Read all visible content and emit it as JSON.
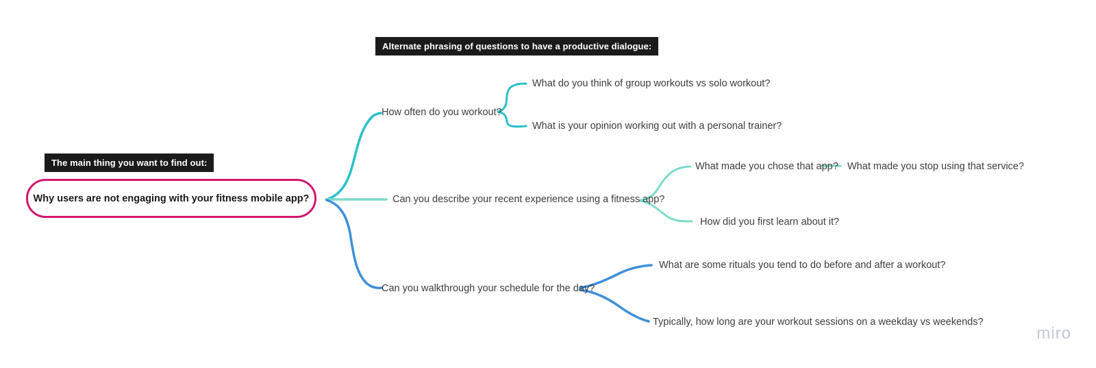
{
  "colors": {
    "background": "#ffffff",
    "label_bg": "#1b1b1b",
    "label_text": "#ffffff",
    "root_border": "#d4156e",
    "branch1": "#29c0c8",
    "branch2": "#7cdbcb",
    "branch3": "#3e8fda",
    "node_text": "#3d3d3d",
    "watermark": "#c5c8d3"
  },
  "labels": {
    "top": "Alternate phrasing of questions to have a productive dialogue:",
    "left": "The main thing you want to find out:"
  },
  "mindmap": {
    "root": {
      "text": "Why users are not engaging with your fitness mobile app?",
      "border_color": "#d4156e"
    },
    "branches": [
      {
        "label": "How often do you workout?",
        "color": "#29c0c8",
        "children": [
          {
            "label": "What do you think of group workouts vs solo workout?"
          },
          {
            "label": "What is your opinion working out with a personal trainer?"
          }
        ]
      },
      {
        "label": "Can you describe your recent experience using a fitness app?",
        "color": "#7cdbcb",
        "children": [
          {
            "label": "What made you chose that app?",
            "children": [
              {
                "label": "What made you stop using that service?"
              }
            ]
          },
          {
            "label": "How did you first learn about it?"
          }
        ]
      },
      {
        "label": "Can you walkthrough your schedule for the day?",
        "color": "#3e8fda",
        "children": [
          {
            "label": "What are some rituals you tend to do before and after a workout?"
          },
          {
            "label": "Typically, how long are your workout sessions on a weekday vs weekends?"
          }
        ]
      }
    ]
  },
  "watermark": {
    "text": "miro"
  }
}
